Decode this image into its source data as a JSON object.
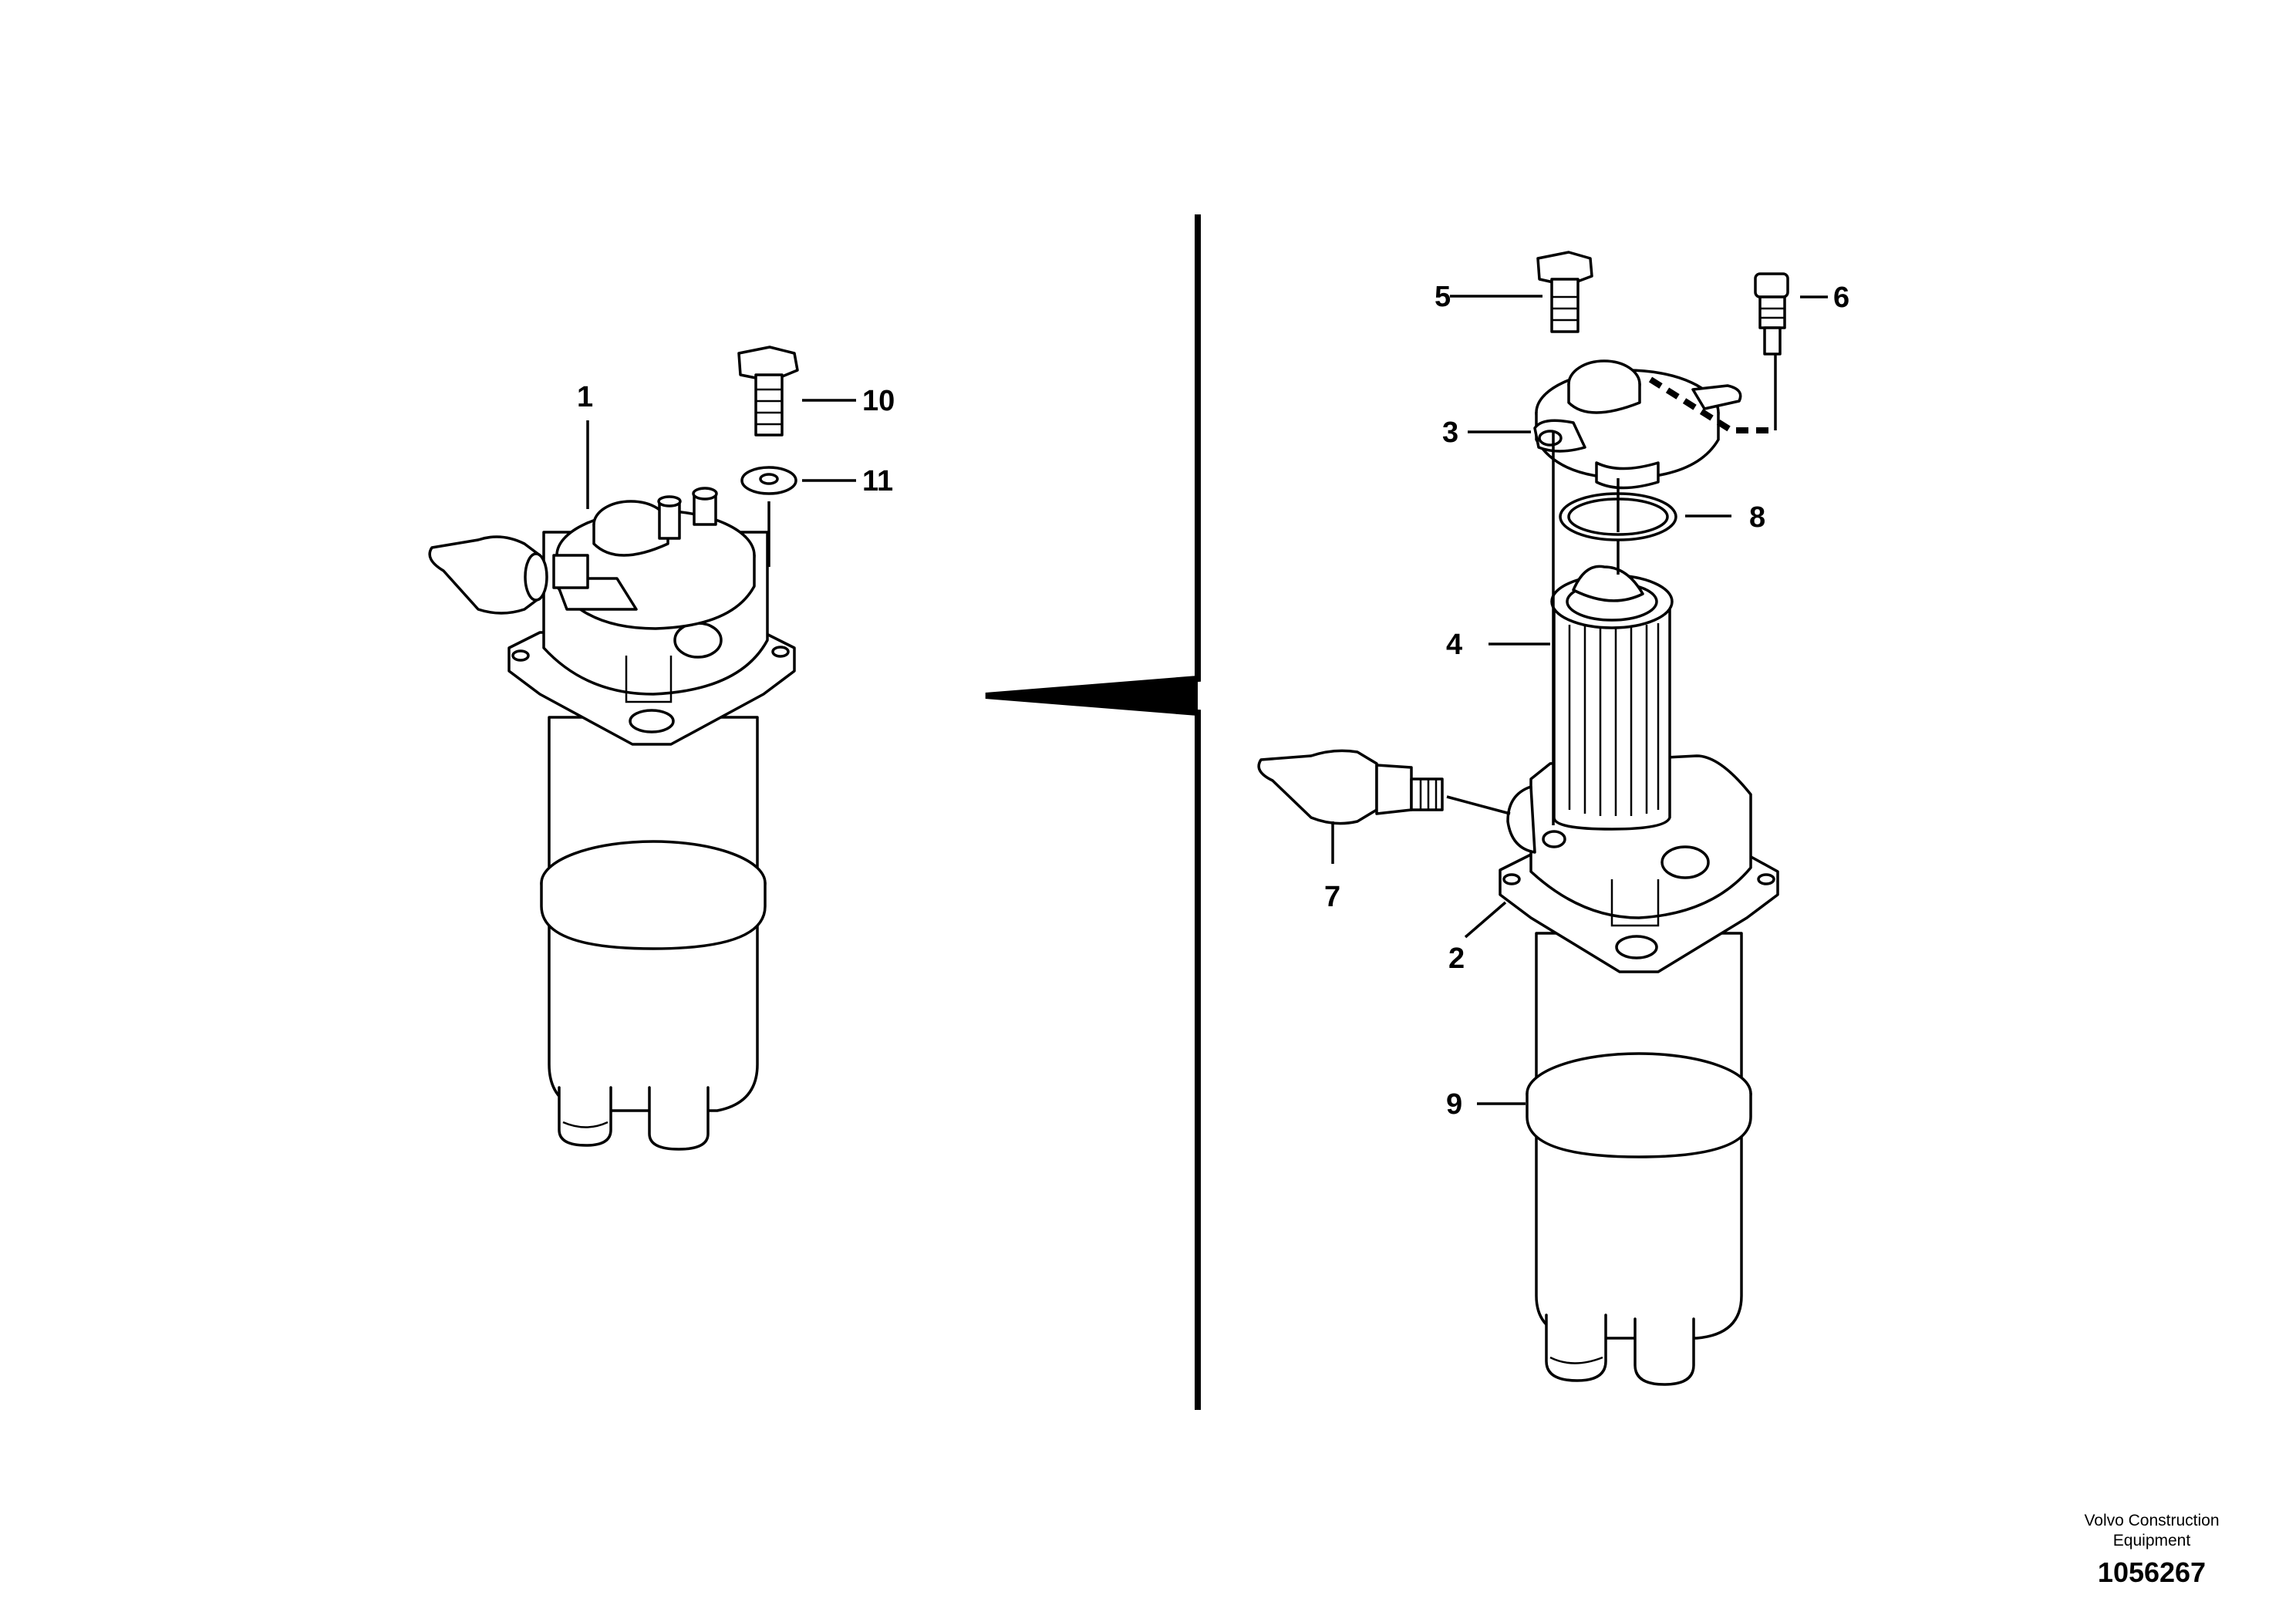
{
  "callouts": {
    "c1": "1",
    "c2": "2",
    "c3": "3",
    "c4": "4",
    "c5": "5",
    "c6": "6",
    "c7": "7",
    "c8": "8",
    "c9": "9",
    "c10": "10",
    "c11": "11"
  },
  "footer": {
    "brand_line1": "Volvo Construction",
    "brand_line2": "Equipment",
    "drawing_number": "1056267"
  }
}
